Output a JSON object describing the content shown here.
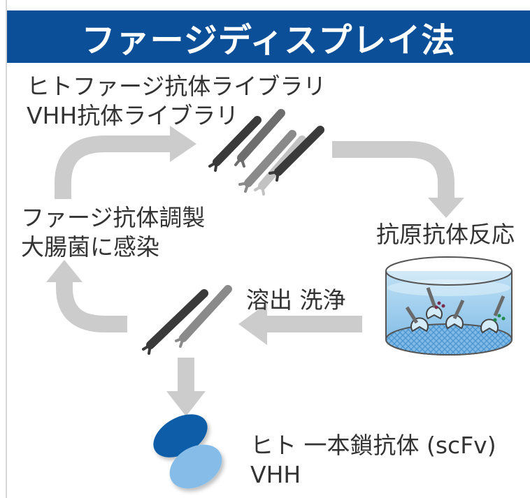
{
  "header": {
    "title": "ファージディスプレイ法"
  },
  "labels": {
    "library_line1": "ヒトファージ抗体ライブラリ",
    "library_line2": "VHH抗体ライブラリ",
    "prep_line1": "ファージ抗体調製",
    "prep_line2": "大腸菌に感染",
    "reaction": "抗原抗体反応",
    "elution_wash": "溶出 洗浄",
    "result_line1": "ヒト 一本鎖抗体 (scFv)",
    "result_line2": "VHH"
  },
  "colors": {
    "header_bg": "#0b4f98",
    "arrow": "#cccccc",
    "phage_dark": "#3a3a3a",
    "phage_mid": "#8a8a8a",
    "phage_light": "#c2c2c2",
    "well_water": "#8cc4e8",
    "scfv_dark": "#0e5da8",
    "scfv_light": "#86bde8"
  }
}
